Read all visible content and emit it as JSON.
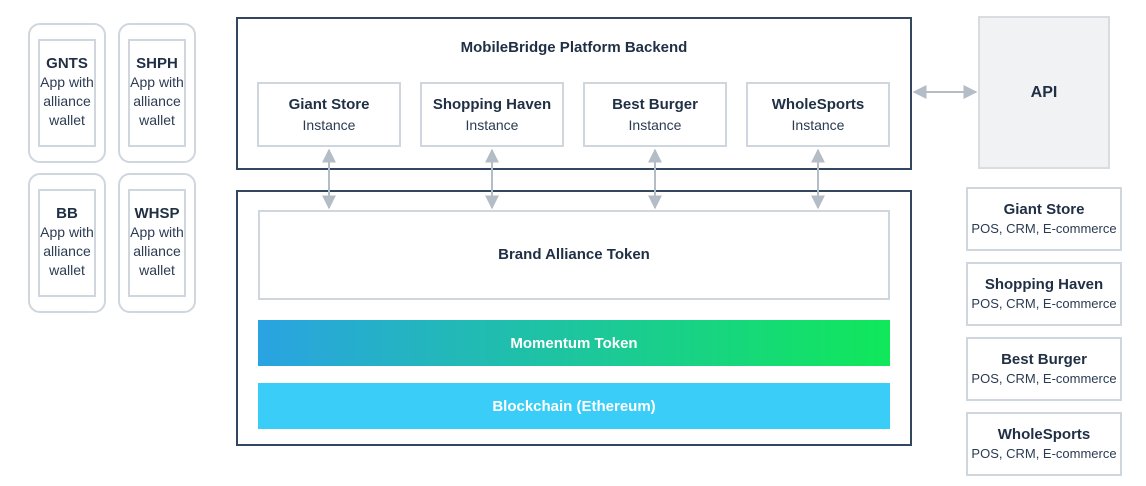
{
  "phones": [
    {
      "code": "GNTS",
      "desc": "App with alliance wallet"
    },
    {
      "code": "SHPH",
      "desc": "App with alliance wallet"
    },
    {
      "code": "BB",
      "desc": "App with alliance wallet"
    },
    {
      "code": "WHSP",
      "desc": "App with alliance wallet"
    }
  ],
  "backend": {
    "title": "MobileBridge Platform Backend",
    "instances": [
      {
        "name": "Giant Store",
        "sub": "Instance"
      },
      {
        "name": "Shopping Haven",
        "sub": "Instance"
      },
      {
        "name": "Best Burger",
        "sub": "Instance"
      },
      {
        "name": "WholeSports",
        "sub": "Instance"
      }
    ]
  },
  "tokens": {
    "brand_alliance": "Brand Alliance Token",
    "momentum": "Momentum Token",
    "blockchain": "Blockchain (Ethereum)"
  },
  "api": {
    "label": "API"
  },
  "systems": [
    {
      "name": "Giant Store",
      "sub": "POS, CRM, E-commerce"
    },
    {
      "name": "Shopping Haven",
      "sub": "POS, CRM, E-commerce"
    },
    {
      "name": "Best Burger",
      "sub": "POS, CRM, E-commerce"
    },
    {
      "name": "WholeSports",
      "sub": "POS, CRM, E-commerce"
    }
  ],
  "colors": {
    "frame": "#33475f",
    "momentum_start": "#2aa3e2",
    "momentum_end": "#10e85a",
    "blockchain": "#3acdf8",
    "connector": "#b4bcc6"
  }
}
